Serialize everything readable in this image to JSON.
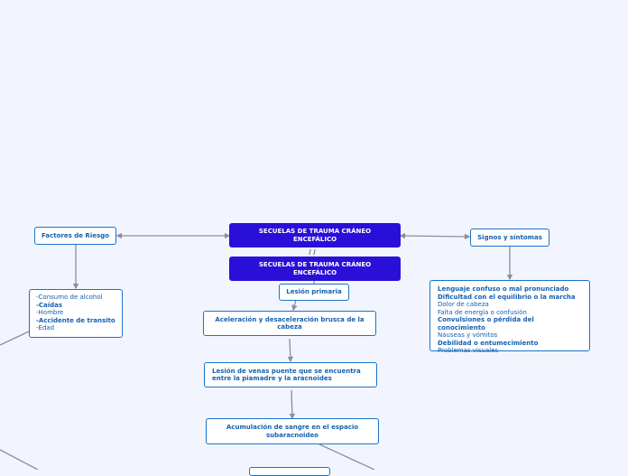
{
  "colors": {
    "background": "#f2f5fd",
    "main_fill": "#2a0fd9",
    "node_border": "#1a73c9",
    "node_text": "#1560b0",
    "connector": "#8a8f99"
  },
  "central": {
    "title_line1": "SECUELAS DE TRAUMA CRÁNEO",
    "title_line2": "ENCEFÁLICO"
  },
  "duplicate": {
    "title_line1": "SECUELAS DE TRAUMA CRÁNEO",
    "title_line2": "ENCEFÁLICO"
  },
  "factores": {
    "label": "Factores de Riesgo",
    "items": [
      {
        "text": "-Consumo de alcohol",
        "bold": false
      },
      {
        "text": "-Caídas",
        "bold": true
      },
      {
        "text": "-Hombre",
        "bold": false
      },
      {
        "text": "-Accidente de transito",
        "bold": true
      },
      {
        "text": "-Edad",
        "bold": false
      }
    ]
  },
  "signos": {
    "label": "Signos y síntomas",
    "items": [
      {
        "text": "Lenguaje confuso o mal pronunciado",
        "bold": true
      },
      {
        "text": "Dificultad con el equilibrio o la marcha",
        "bold": true
      },
      {
        "text": "Dolor de cabeza",
        "bold": false
      },
      {
        "text": "Falta de energía o confusión",
        "bold": false
      },
      {
        "text": "Convulsiones o pérdida del conocimiento",
        "bold": true
      },
      {
        "text": "Náuseas y vómitos",
        "bold": false
      },
      {
        "text": "Debilidad o entumecimiento",
        "bold": true
      },
      {
        "text": "Problemas visuales",
        "bold": false
      }
    ]
  },
  "lesion_primaria": {
    "label": "Lesión primaria"
  },
  "chain": {
    "step1": "Aceleración y desaceleración brusca de la cabeza",
    "step2": "Lesión de venas puente que se encuentra entre la piamadre y la aracnoides",
    "step3": "Acumulación de sangre en el espacio subaracnoideo"
  }
}
